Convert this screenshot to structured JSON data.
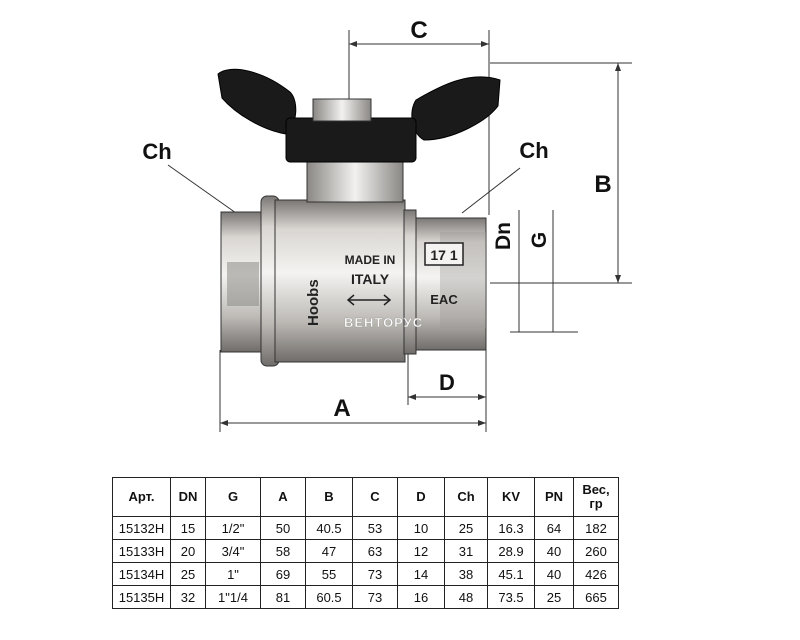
{
  "labels": {
    "dim_a": "A",
    "dim_b": "B",
    "dim_c": "C",
    "dim_d": "D",
    "dim_g": "G",
    "dim_dn": "Dn",
    "ch_left": "Ch",
    "ch_right": "Ch"
  },
  "body_markings": {
    "brand": "Hoobs",
    "made_in_1": "MADE IN",
    "made_in_2": "ITALY",
    "code": "17 1",
    "cert": "EAC"
  },
  "watermark": "ВЕНТОРУС",
  "colors": {
    "handle": "#1a1a1a",
    "body_mid": "#e8e6e2",
    "body_dark": "#8a8784",
    "line": "#333333"
  },
  "table": {
    "headers": [
      "Арт.",
      "DN",
      "G",
      "A",
      "B",
      "C",
      "D",
      "Ch",
      "KV",
      "PN",
      "Вес,\nгр"
    ],
    "rows": [
      [
        "15132H",
        "15",
        "1/2\"",
        "50",
        "40.5",
        "53",
        "10",
        "25",
        "16.3",
        "64",
        "182"
      ],
      [
        "15133H",
        "20",
        "3/4\"",
        "58",
        "47",
        "63",
        "12",
        "31",
        "28.9",
        "40",
        "260"
      ],
      [
        "15134H",
        "25",
        "1\"",
        "69",
        "55",
        "73",
        "14",
        "38",
        "45.1",
        "40",
        "426"
      ],
      [
        "15135H",
        "32",
        "1\"1/4",
        "81",
        "60.5",
        "73",
        "16",
        "48",
        "73.5",
        "25",
        "665"
      ]
    ]
  }
}
